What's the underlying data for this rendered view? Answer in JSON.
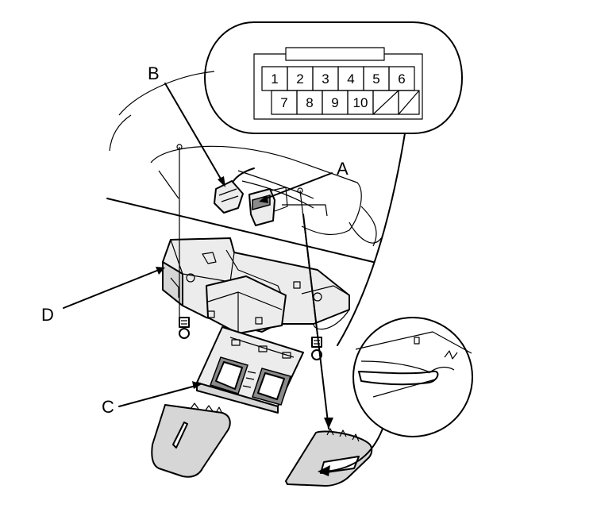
{
  "callouts": {
    "a": "A",
    "b": "B",
    "c": "C",
    "d": "D"
  },
  "connector": {
    "top_row": [
      "1",
      "2",
      "3",
      "4",
      "5",
      "6"
    ],
    "bottom_row": [
      "7",
      "8",
      "9",
      "10"
    ]
  },
  "colors": {
    "line": "#000000",
    "shade": "#d6d6d6",
    "background": "#ffffff"
  }
}
